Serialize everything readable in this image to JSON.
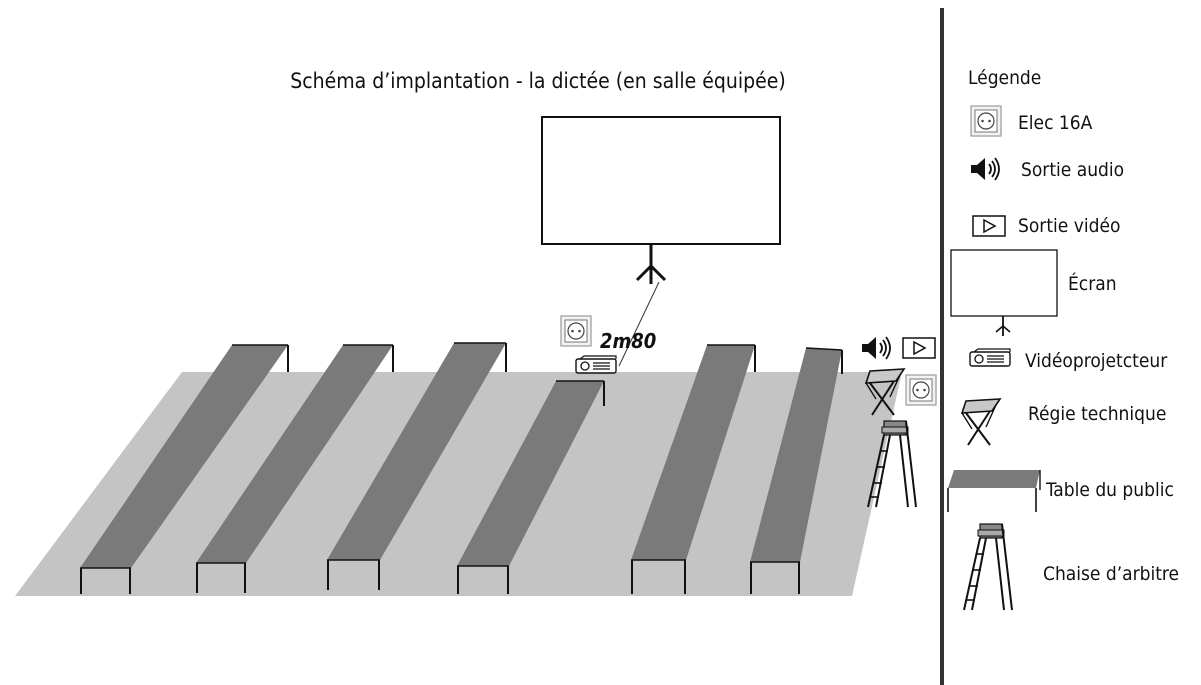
{
  "title": "Schéma d’implantation - la dictée (en salle équipée)",
  "distance_label": "2m80",
  "legend": {
    "heading": "Légende",
    "items": [
      {
        "icon": "power-outlet-icon",
        "label": "Elec 16A"
      },
      {
        "icon": "speaker-icon",
        "label": "Sortie audio"
      },
      {
        "icon": "play-icon",
        "label": "Sortie vidéo"
      },
      {
        "icon": "screen-icon",
        "label": "Écran"
      },
      {
        "icon": "projector-icon",
        "label": "Vidéoprojetcteur"
      },
      {
        "icon": "folding-stand-icon",
        "label": "Régie technique"
      },
      {
        "icon": "table-icon",
        "label": "Table du public"
      },
      {
        "icon": "umpire-chair-icon",
        "label": "Chaise d’arbitre"
      }
    ]
  },
  "colors": {
    "floor": "#c4c4c4",
    "table": "#7a7a7a",
    "lines": "#111111",
    "divider": "#333333"
  }
}
